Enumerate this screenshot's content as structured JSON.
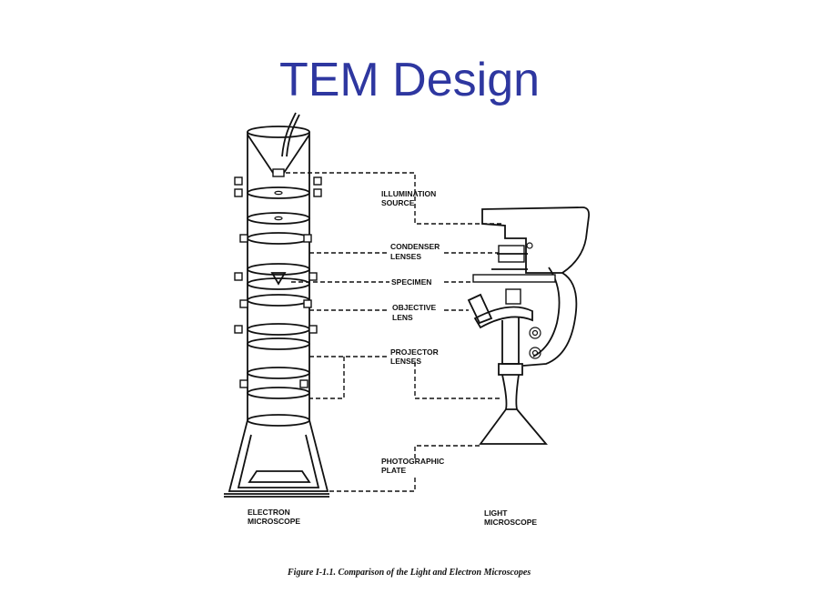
{
  "slide": {
    "title": "TEM Design"
  },
  "diagram": {
    "labels": {
      "illumination_line1": "ILLUMINATION",
      "illumination_line2": "SOURCE",
      "condenser_line1": "CONDENSER",
      "condenser_line2": "LENSES",
      "specimen": "SPECIMEN",
      "objective_line1": "OBJECTIVE",
      "objective_line2": "LENS",
      "projector_line1": "PROJECTOR",
      "projector_line2": "LENSES",
      "photographic_line1": "PHOTOGRAPHIC",
      "photographic_line2": "PLATE",
      "electron_line1": "ELECTRON",
      "electron_line2": "MICROSCOPE",
      "light_line1": "LIGHT",
      "light_line2": "MICROSCOPE"
    },
    "caption": "Figure I-1.1.  Comparison of the Light and Electron Microscopes"
  }
}
